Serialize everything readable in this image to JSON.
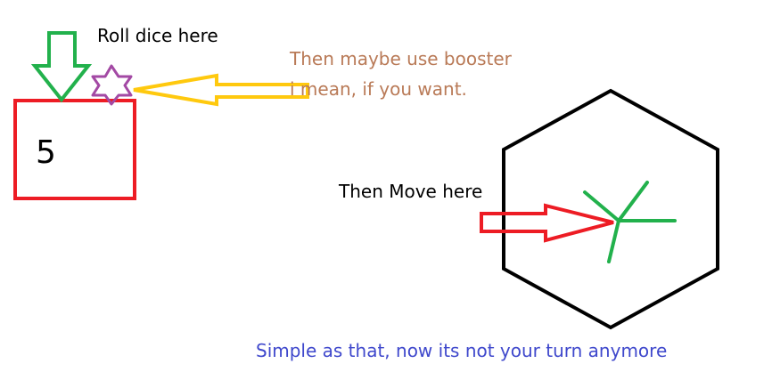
{
  "labels": {
    "roll_dice": "Roll dice here",
    "booster_line1": "Then maybe use booster",
    "booster_line2": "i mean, if you want.",
    "move": "Then Move here",
    "turn_end": "Simple as that, now its not your turn anymore"
  },
  "dice": {
    "value": "5"
  },
  "colors": {
    "dice_box": "#ed1c24",
    "roll_arrow": "#22b14c",
    "booster_star": "#a349a4",
    "booster_arrow": "#ffc90e",
    "booster_text": "#b97a57",
    "move_arrow": "#ed1c24",
    "hexagon": "#000000",
    "hex_marker": "#22b14c",
    "turn_text": "#3f48cc"
  }
}
